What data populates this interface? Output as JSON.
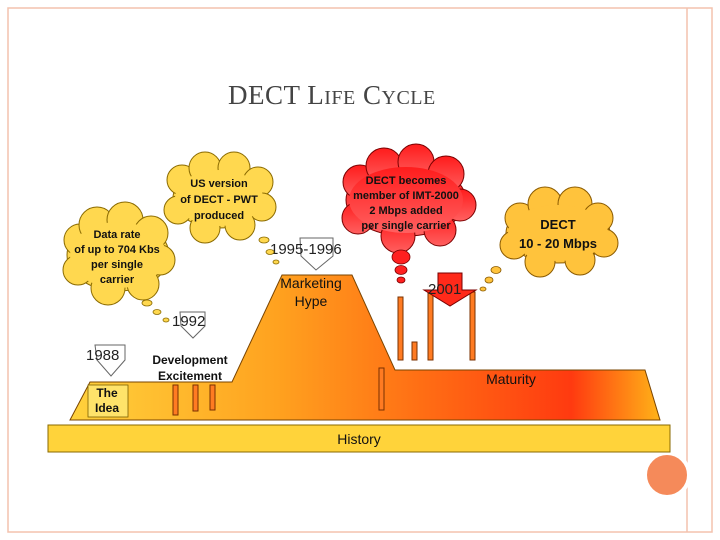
{
  "slide": {
    "title_parts": {
      "a": "DECT L",
      "b": "IFE",
      "c": " C",
      "d": "YCLE"
    },
    "colors": {
      "border": "#f4c2ad",
      "circle": "#f58a5a",
      "cloud": "#ffd84f",
      "red_cloud": "#ff2020",
      "history_bar": "#ffd33a"
    }
  },
  "diagram": {
    "history": "History",
    "the_idea": [
      "The",
      "Idea"
    ],
    "dev": [
      "Development",
      "Excitement"
    ],
    "marketing": [
      "Marketing",
      "Hype"
    ],
    "maturity": "Maturity",
    "year_1988": "1988",
    "year_1992": "1992",
    "year_1995": "1995-1996",
    "year_2001": "2001",
    "cloud_data": [
      "Data rate",
      "of up to 704 Kbs",
      "per single",
      "carrier"
    ],
    "cloud_us": [
      "US version",
      "of DECT - PWT",
      "produced"
    ],
    "cloud_imt": [
      "DECT becomes",
      "member of IMT-2000",
      "2 Mbps added",
      "per single carrier"
    ],
    "cloud_dect": [
      "DECT",
      "10 - 20 Mbps"
    ]
  }
}
